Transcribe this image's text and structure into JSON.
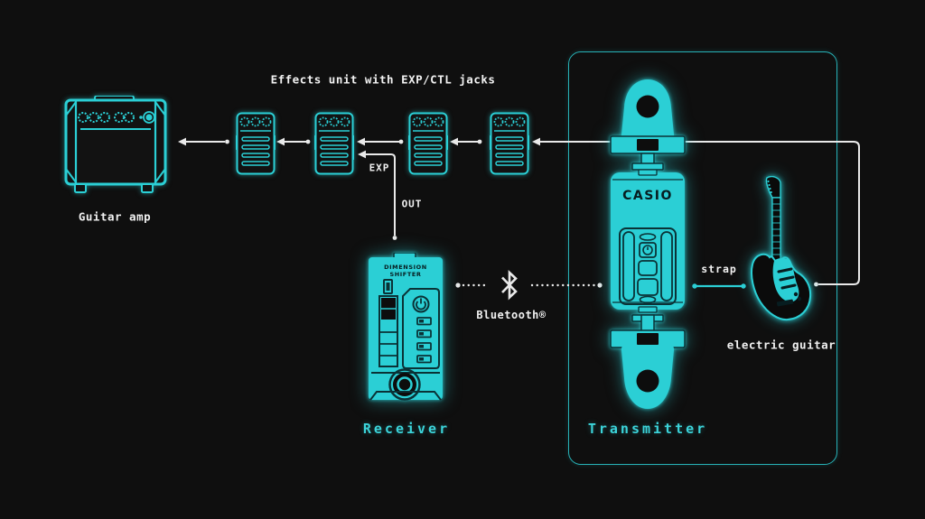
{
  "meta": {
    "description": "Wireless guitar transmitter and receiver signal flow diagram"
  },
  "colors": {
    "bg": "#0f0f0f",
    "panel": "#121212",
    "accent": "#2bcfd5",
    "accent_label": "#3cd4da",
    "ink": "#0a3236",
    "ink_deep": "#071d20",
    "hole": "#0d0d0d",
    "line": "#e9e9e9",
    "label": "#f2f2f2"
  },
  "amp": {
    "label": "Guitar amp"
  },
  "effects": {
    "label": "Effects unit with EXP/CTL jacks",
    "pedal_count": 4
  },
  "wires": {
    "exp_label": "EXP",
    "out_label": "OUT"
  },
  "receiver": {
    "label": "Receiver",
    "brand_line1": "DIMENSION",
    "brand_line2": "SHIFTER"
  },
  "bluetooth": {
    "label": "Bluetooth®"
  },
  "transmitter": {
    "label": "Transmitter",
    "brand": "CASIO"
  },
  "guitar": {
    "label": "electric guitar"
  },
  "strap": {
    "label": "strap"
  }
}
